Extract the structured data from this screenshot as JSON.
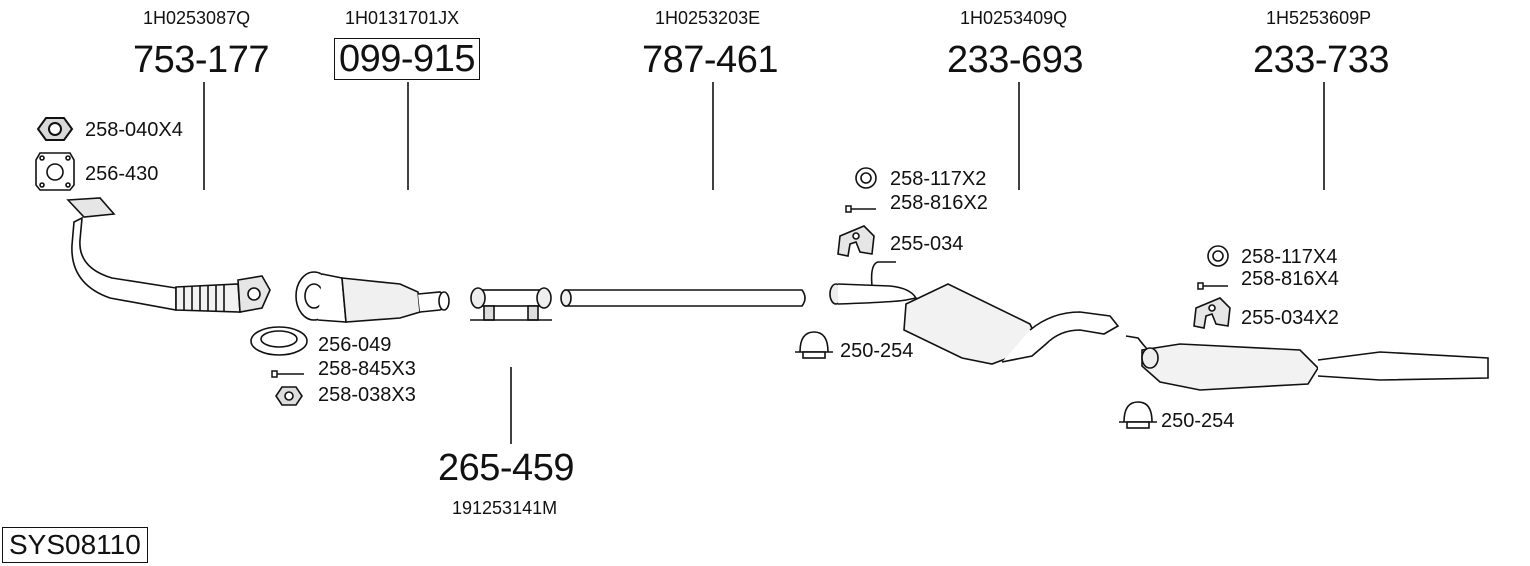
{
  "system_code": "SYS08110",
  "main_parts": [
    {
      "id": "part-1",
      "part_number": "753-177",
      "oem": "1H0253087Q",
      "boxed": false
    },
    {
      "id": "part-2",
      "part_number": "099-915",
      "oem": "1H0131701JX",
      "boxed": true
    },
    {
      "id": "part-3",
      "part_number": "787-461",
      "oem": "1H0253203E",
      "boxed": false
    },
    {
      "id": "part-4",
      "part_number": "233-693",
      "oem": "1H0253409Q",
      "boxed": false
    },
    {
      "id": "part-5",
      "part_number": "233-733",
      "oem": "1H5253609P",
      "boxed": false
    },
    {
      "id": "part-6",
      "part_number": "265-459",
      "oem": "191253141M",
      "boxed": false
    }
  ],
  "accessories": {
    "nut_1": "258-040X4",
    "gasket_1": "256-430",
    "gasket_2": "256-049",
    "bolt_1": "258-845X3",
    "nut_2": "258-038X3",
    "ring_1": "258-117X2",
    "bolt_2": "258-816X2",
    "hanger_1": "255-034",
    "clamp_1": "250-254",
    "ring_2": "258-117X4",
    "bolt_3": "258-816X4",
    "hanger_2": "255-034X2",
    "clamp_2": "250-254"
  }
}
